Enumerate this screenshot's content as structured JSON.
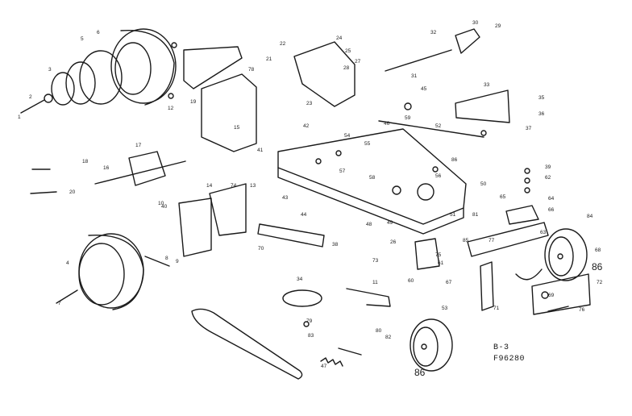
{
  "sheet": {
    "page": "B-3",
    "part_number": "F96280"
  },
  "callouts": [
    "1",
    "2",
    "3",
    "4",
    "5",
    "6",
    "7",
    "8",
    "9",
    "10",
    "11",
    "12",
    "13",
    "14",
    "15",
    "16",
    "17",
    "18",
    "19",
    "20",
    "21",
    "22",
    "23",
    "24",
    "25",
    "26",
    "27",
    "28",
    "29",
    "30",
    "31",
    "32",
    "33",
    "34",
    "35",
    "36",
    "37",
    "38",
    "39",
    "40",
    "41",
    "42",
    "43",
    "44",
    "45",
    "46",
    "47",
    "48",
    "49",
    "50",
    "51",
    "52",
    "53",
    "54",
    "55",
    "56",
    "57",
    "58",
    "59",
    "60",
    "61",
    "62",
    "63",
    "64",
    "65",
    "66",
    "67",
    "68",
    "69",
    "70",
    "71",
    "72",
    "73",
    "74",
    "75",
    "76",
    "77",
    "78",
    "79",
    "80",
    "81",
    "82",
    "83",
    "84",
    "85",
    "86"
  ],
  "big_callouts": [
    "86",
    "86"
  ]
}
